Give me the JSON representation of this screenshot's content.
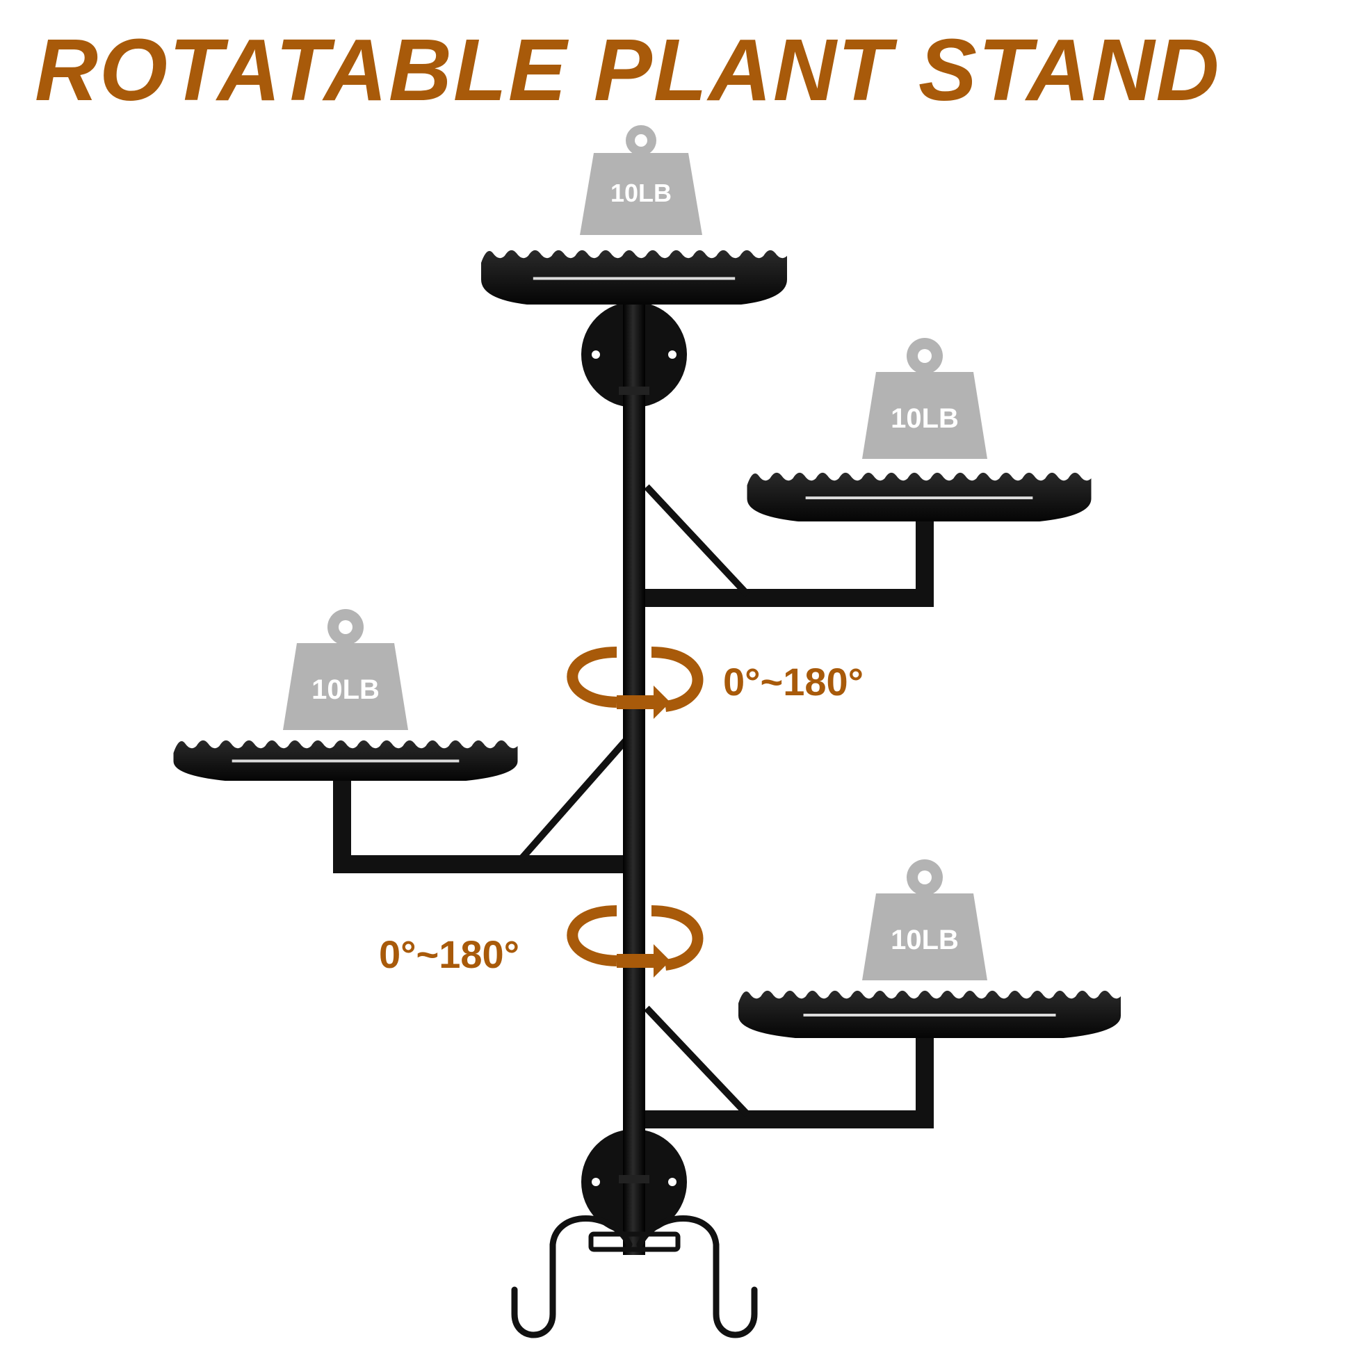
{
  "title": "ROTATABLE PLANT STAND",
  "weights": [
    {
      "label": "10LB",
      "shelf": "top"
    },
    {
      "label": "10LB",
      "shelf": "upper-right"
    },
    {
      "label": "10LB",
      "shelf": "middle-left"
    },
    {
      "label": "10LB",
      "shelf": "lower-right"
    }
  ],
  "rotations": [
    {
      "label": "0°~180°",
      "joint": "upper"
    },
    {
      "label": "0°~180°",
      "joint": "lower"
    }
  ],
  "colors": {
    "accent": "#a85a0a",
    "weight_gray": "#b3b3b3",
    "metal": "#111111"
  }
}
